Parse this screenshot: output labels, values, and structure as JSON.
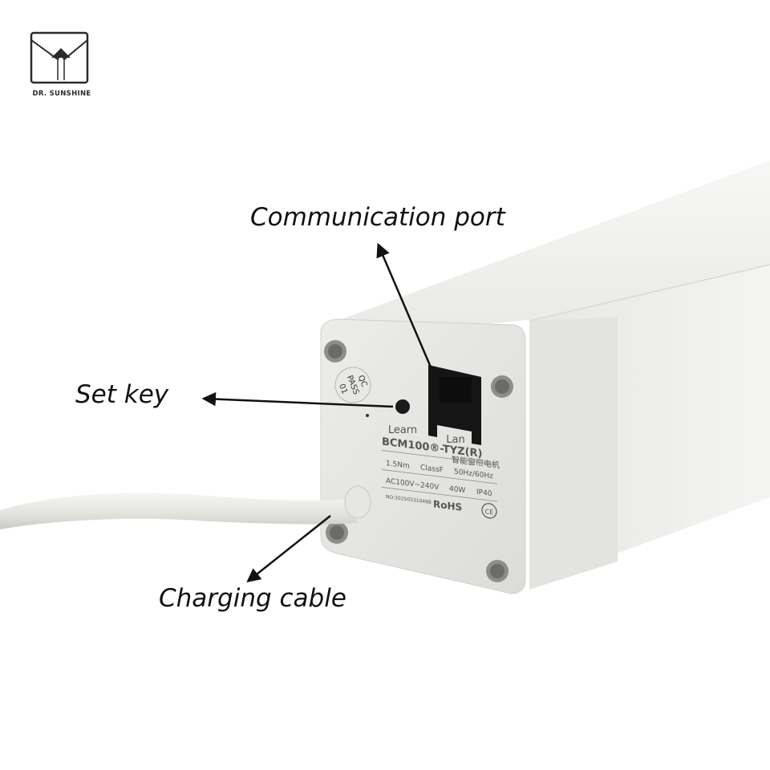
{
  "brand": {
    "logo_text": "DR. SUNSHINE",
    "logo_icon": "house-roof-triangle-icon"
  },
  "callouts": {
    "communication_port": "Communication port",
    "set_key": "Set key",
    "charging_cable": "Charging cable"
  },
  "product_label": {
    "qc_sticker": [
      "QC",
      "PASS",
      "01"
    ],
    "learn_label": "Learn",
    "lan_label": "Lan",
    "model": "BCM100®-TYZ(R)",
    "chinese_name": "智能窗帘电机",
    "torque": "1.5Nm",
    "class": "ClassF",
    "frequency": "50Hz/60Hz",
    "voltage": "AC100V~240V",
    "power": "40W",
    "ip_rating": "IP40",
    "serial": "NO:202503310488",
    "rohs": "RoHS",
    "ce": "CE"
  },
  "colors": {
    "motor_body": "#f1f1ef",
    "end_cap": "#e4e4e2",
    "text": "#111111"
  }
}
